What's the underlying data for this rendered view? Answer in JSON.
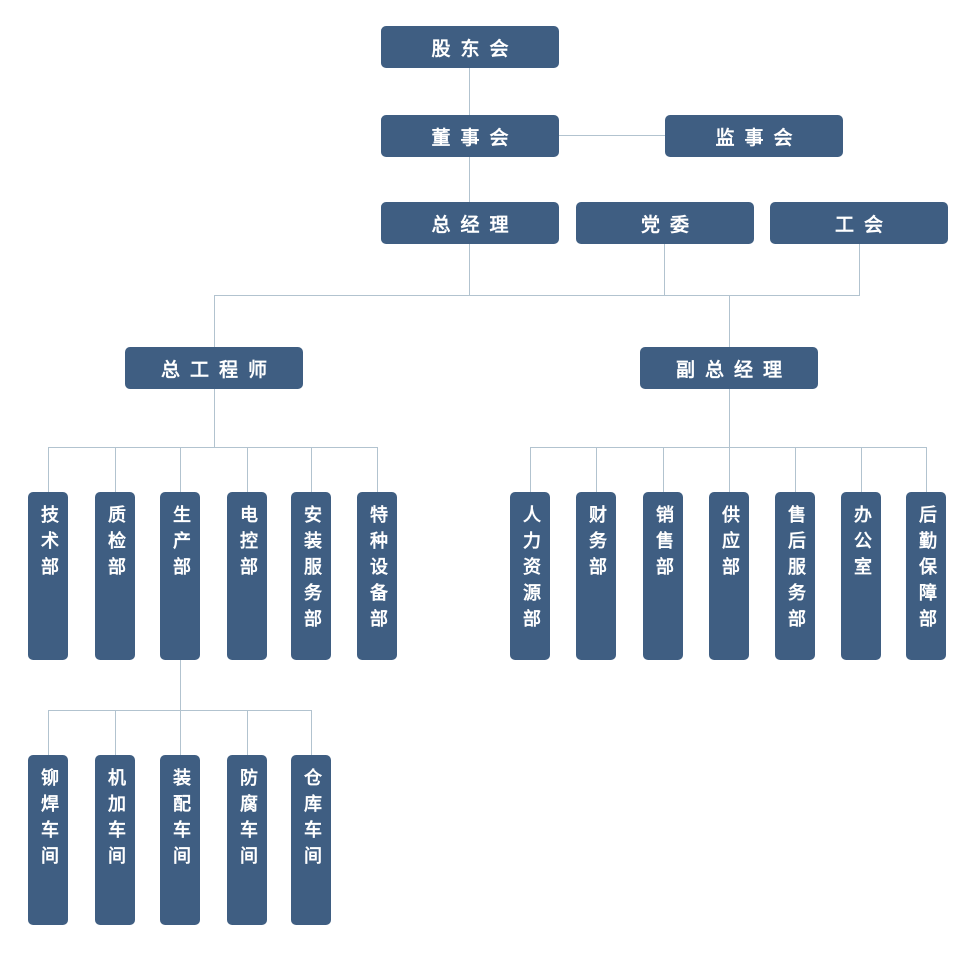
{
  "org": {
    "colors": {
      "node_bg": "#3f5e82",
      "node_text": "#ffffff",
      "connector": "#b2c3cf",
      "background": "#ffffff"
    },
    "nodes": {
      "shareholders": "股东会",
      "board": "董事会",
      "supervisory": "监事会",
      "general_manager": "总经理",
      "party_committee": "党委",
      "labor_union": "工会",
      "chief_engineer": "总工程师",
      "deputy_general_manager": "副总经理"
    },
    "engineer_departments": [
      "技术部",
      "质检部",
      "生产部",
      "电控部",
      "安装服务部",
      "特种设备部"
    ],
    "deputy_departments": [
      "人力资源部",
      "财务部",
      "销售部",
      "供应部",
      "售后服务部",
      "办公室",
      "后勤保障部"
    ],
    "production_workshops": [
      "铆焊车间",
      "机加车间",
      "装配车间",
      "防腐车间",
      "仓库车间"
    ]
  }
}
